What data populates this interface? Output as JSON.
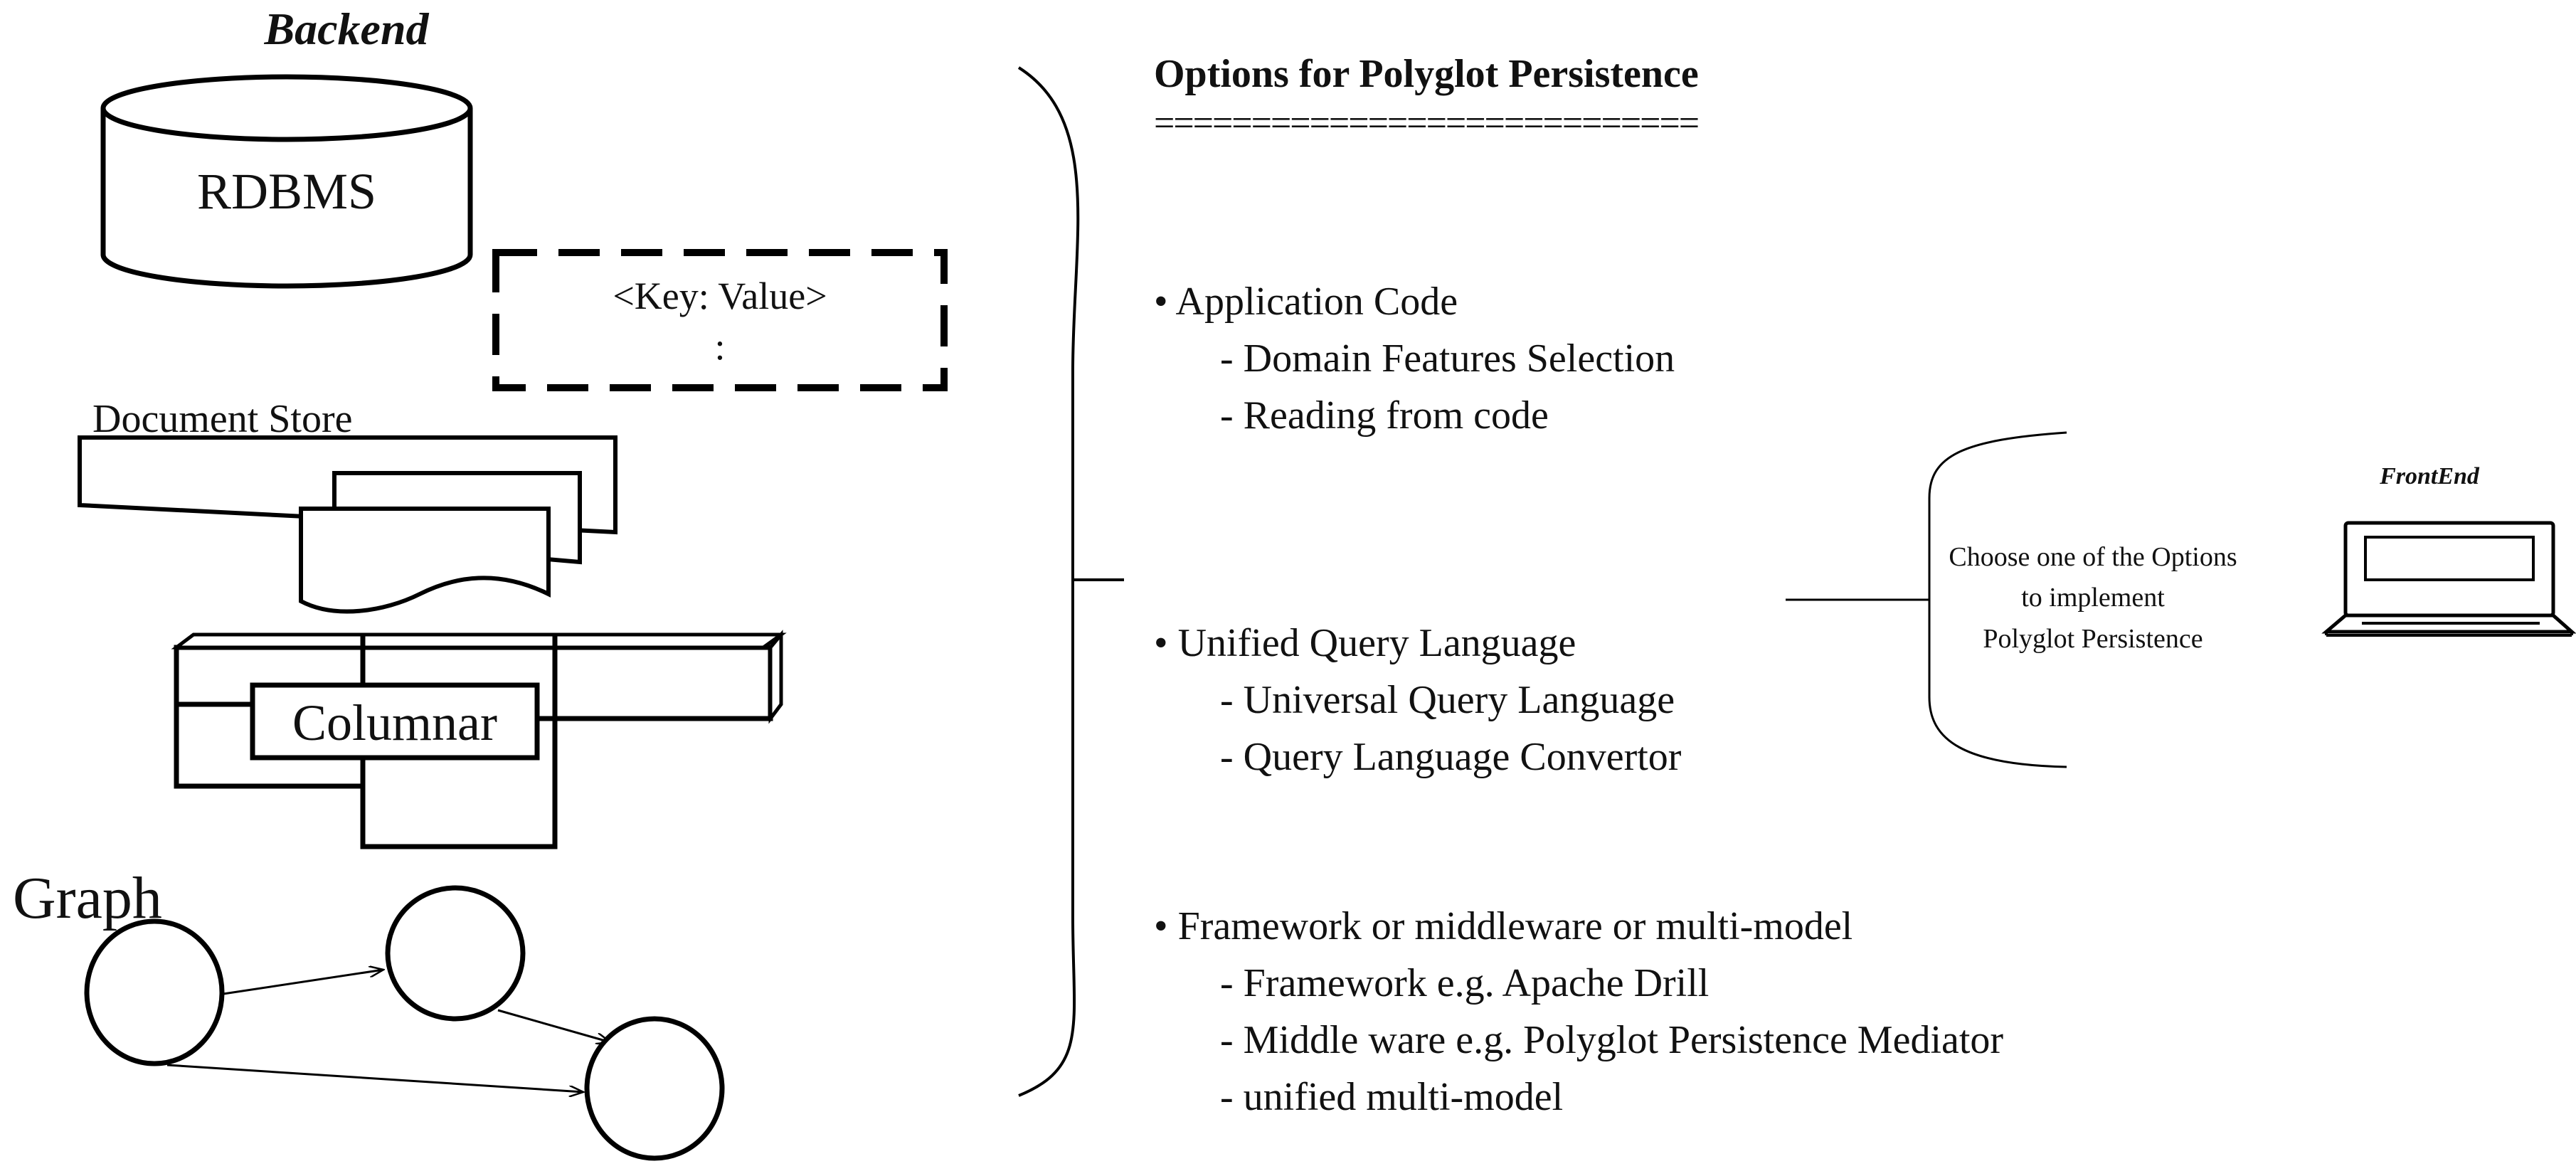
{
  "backend": {
    "title": "Backend",
    "rdbms_label": "RDBMS",
    "key_value_label": "<Key: Value>",
    "key_value_ellipsis": ":",
    "document_store_label": "Document Store",
    "columnar_label": "Columnar",
    "graph_label": "Graph"
  },
  "options": {
    "heading": "Options for Polyglot Persistence",
    "rule": "============================",
    "groups": [
      {
        "bullet": "• Application Code",
        "items": [
          "- Domain Features Selection",
          "- Reading from code"
        ]
      },
      {
        "bullet": "• Unified Query Language",
        "items": [
          "- Universal Query Language",
          "- Query Language Convertor"
        ]
      },
      {
        "bullet": "• Framework or middleware or multi-model",
        "items": [
          "- Framework e.g. Apache Drill",
          "- Middle ware e.g. Polyglot Persistence Mediator",
          "- unified multi-model"
        ]
      }
    ]
  },
  "choice": {
    "line1": "Choose one of the Options",
    "line2": "to implement",
    "line3": "Polyglot Persistence"
  },
  "frontend": {
    "label": "FrontEnd"
  }
}
